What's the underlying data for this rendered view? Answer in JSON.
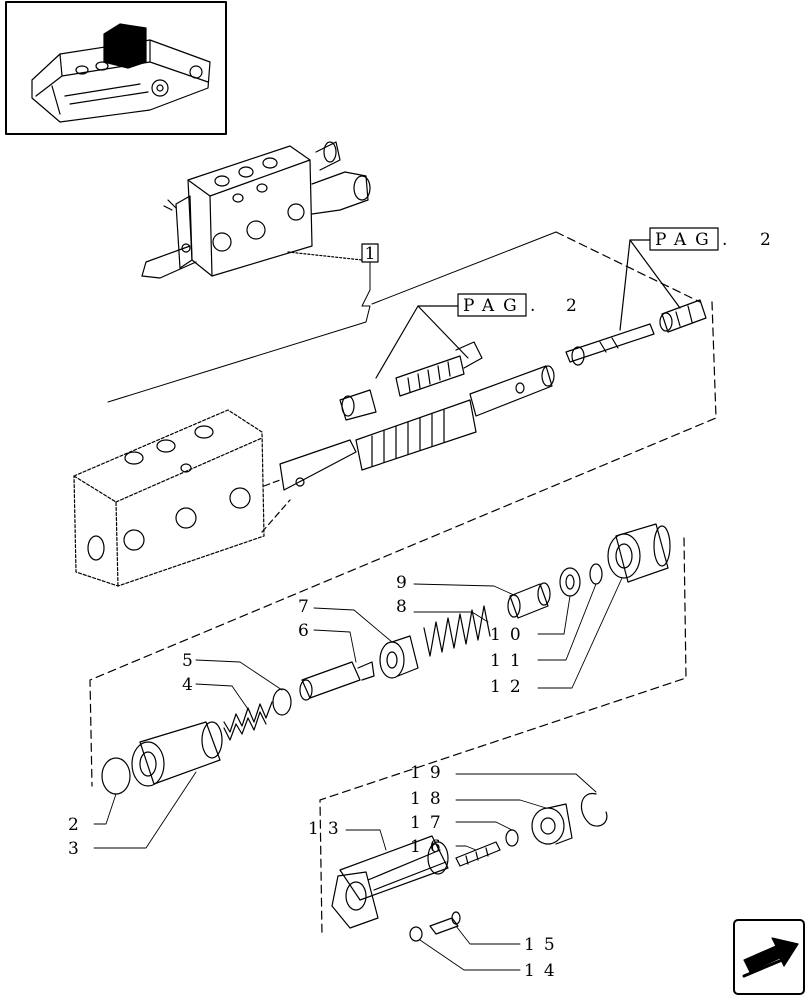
{
  "page_refs": {
    "top": {
      "label": "PAG",
      "dot": ".",
      "num": "2"
    },
    "mid": {
      "label": "PAG",
      "dot": ".",
      "num": "2"
    }
  },
  "assembly_callout": "1",
  "parts": {
    "p2": "2",
    "p3": "3",
    "p4": "4",
    "p5": "5",
    "p6": "6",
    "p7": "7",
    "p8": "8",
    "p9": "9",
    "p10": "10",
    "p11": "11",
    "p12": "12",
    "p13": "13",
    "p14": "14",
    "p15": "15",
    "p16": "16",
    "p17": "17",
    "p18": "18",
    "p19": "19"
  },
  "icons": [
    "tractor-location-thumbnail",
    "next-page-arrow-icon"
  ]
}
